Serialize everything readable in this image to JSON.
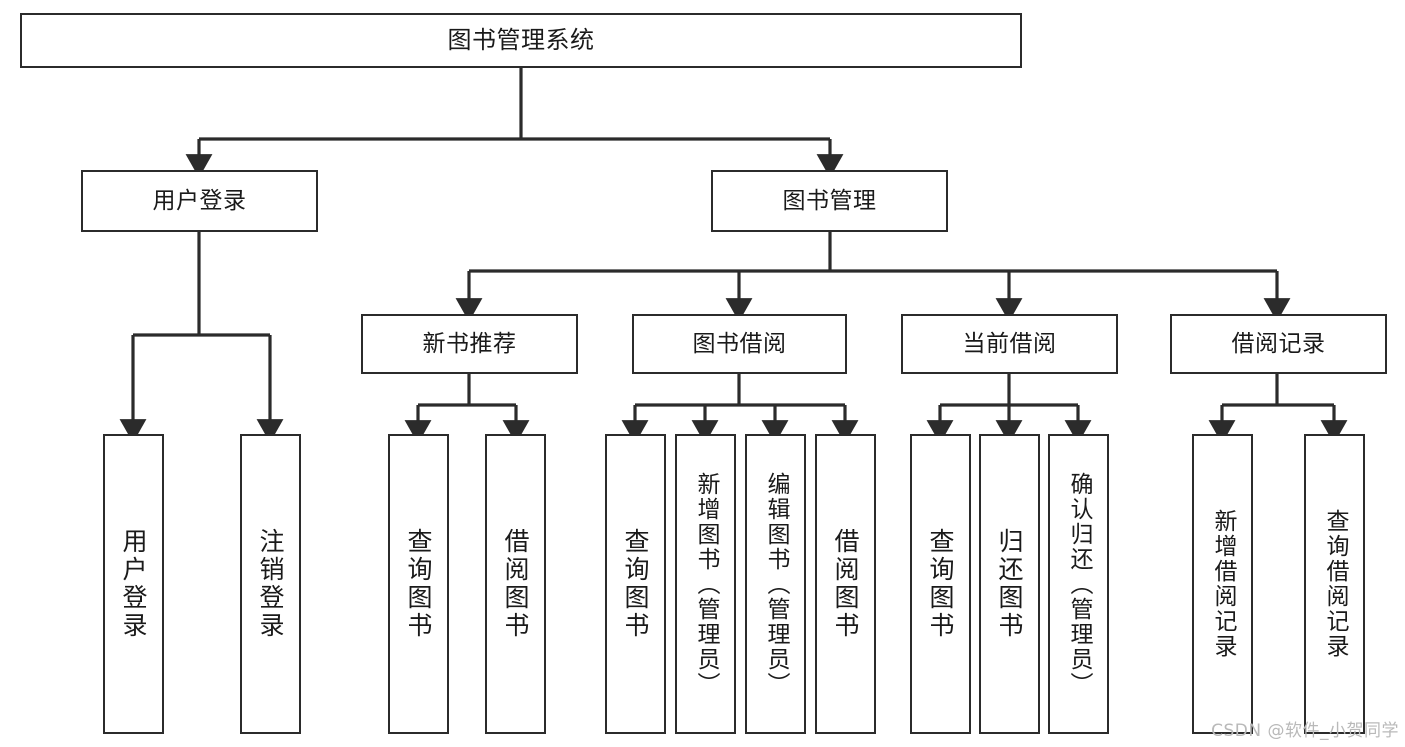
{
  "diagram": {
    "title": "图书管理系统",
    "type": "tree",
    "stroke_color": "#2b2b2b",
    "background_color": "#ffffff",
    "watermark": "CSDN @软件_小贺同学"
  },
  "root": {
    "label": "图书管理系统"
  },
  "level2": [
    {
      "label": "用户登录"
    },
    {
      "label": "图书管理"
    }
  ],
  "level3": [
    {
      "label": "新书推荐"
    },
    {
      "label": "图书借阅"
    },
    {
      "label": "当前借阅"
    },
    {
      "label": "借阅记录"
    }
  ],
  "leaves": {
    "user_login": [
      {
        "label": "用户登录"
      },
      {
        "label": "注销登录"
      }
    ],
    "new_book": [
      {
        "label": "查询图书"
      },
      {
        "label": "借阅图书"
      }
    ],
    "borrow_book": [
      {
        "label": "查询图书"
      },
      {
        "label": "新增图书（管理员）"
      },
      {
        "label": "编辑图书（管理员）"
      },
      {
        "label": "借阅图书"
      }
    ],
    "current_borrow": [
      {
        "label": "查询图书"
      },
      {
        "label": "归还图书"
      },
      {
        "label": "确认归还（管理员）"
      }
    ],
    "borrow_record": [
      {
        "label": "新增借阅记录"
      },
      {
        "label": "查询借阅记录"
      }
    ]
  }
}
